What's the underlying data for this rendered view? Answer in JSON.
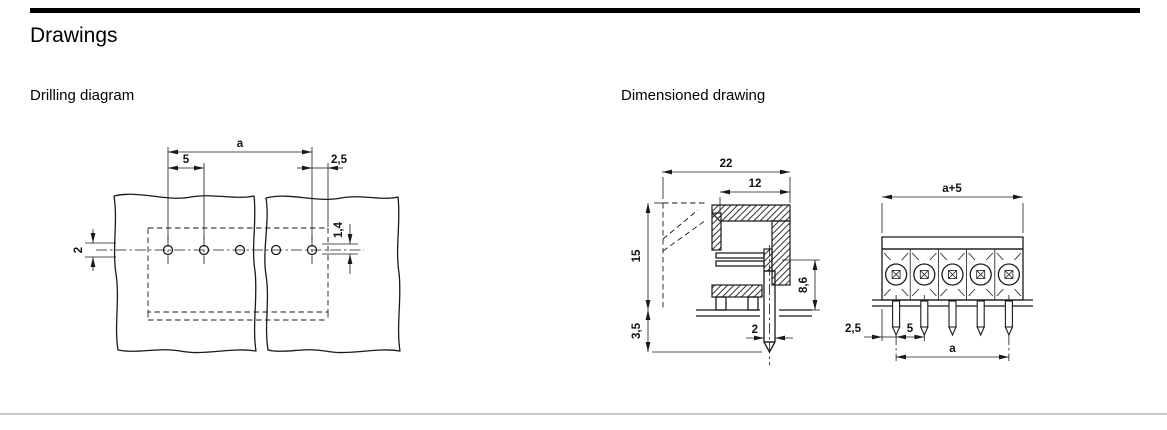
{
  "page": {
    "title": "Drawings"
  },
  "sections": {
    "drilling": {
      "title": "Drilling diagram"
    },
    "dimensioned": {
      "title": "Dimensioned drawing"
    }
  },
  "drilling_dims": {
    "a": "a",
    "pitch": "5",
    "edge_offset": "2,5",
    "row_offset": "2",
    "hole_dia": "1,4"
  },
  "side_view_dims": {
    "total_width": "22",
    "front_depth": "12",
    "height_above_board": "15",
    "pin_below_board": "3,5",
    "contact_height": "8,6",
    "pin_width": "2"
  },
  "front_view_dims": {
    "total_width": "a+5",
    "end_offset": "2,5",
    "pitch": "5",
    "pin_span": "a"
  },
  "colors": {
    "line": "#1a1a1a",
    "top_rule": "#000000",
    "bottom_rule": "#c9c9c9"
  }
}
